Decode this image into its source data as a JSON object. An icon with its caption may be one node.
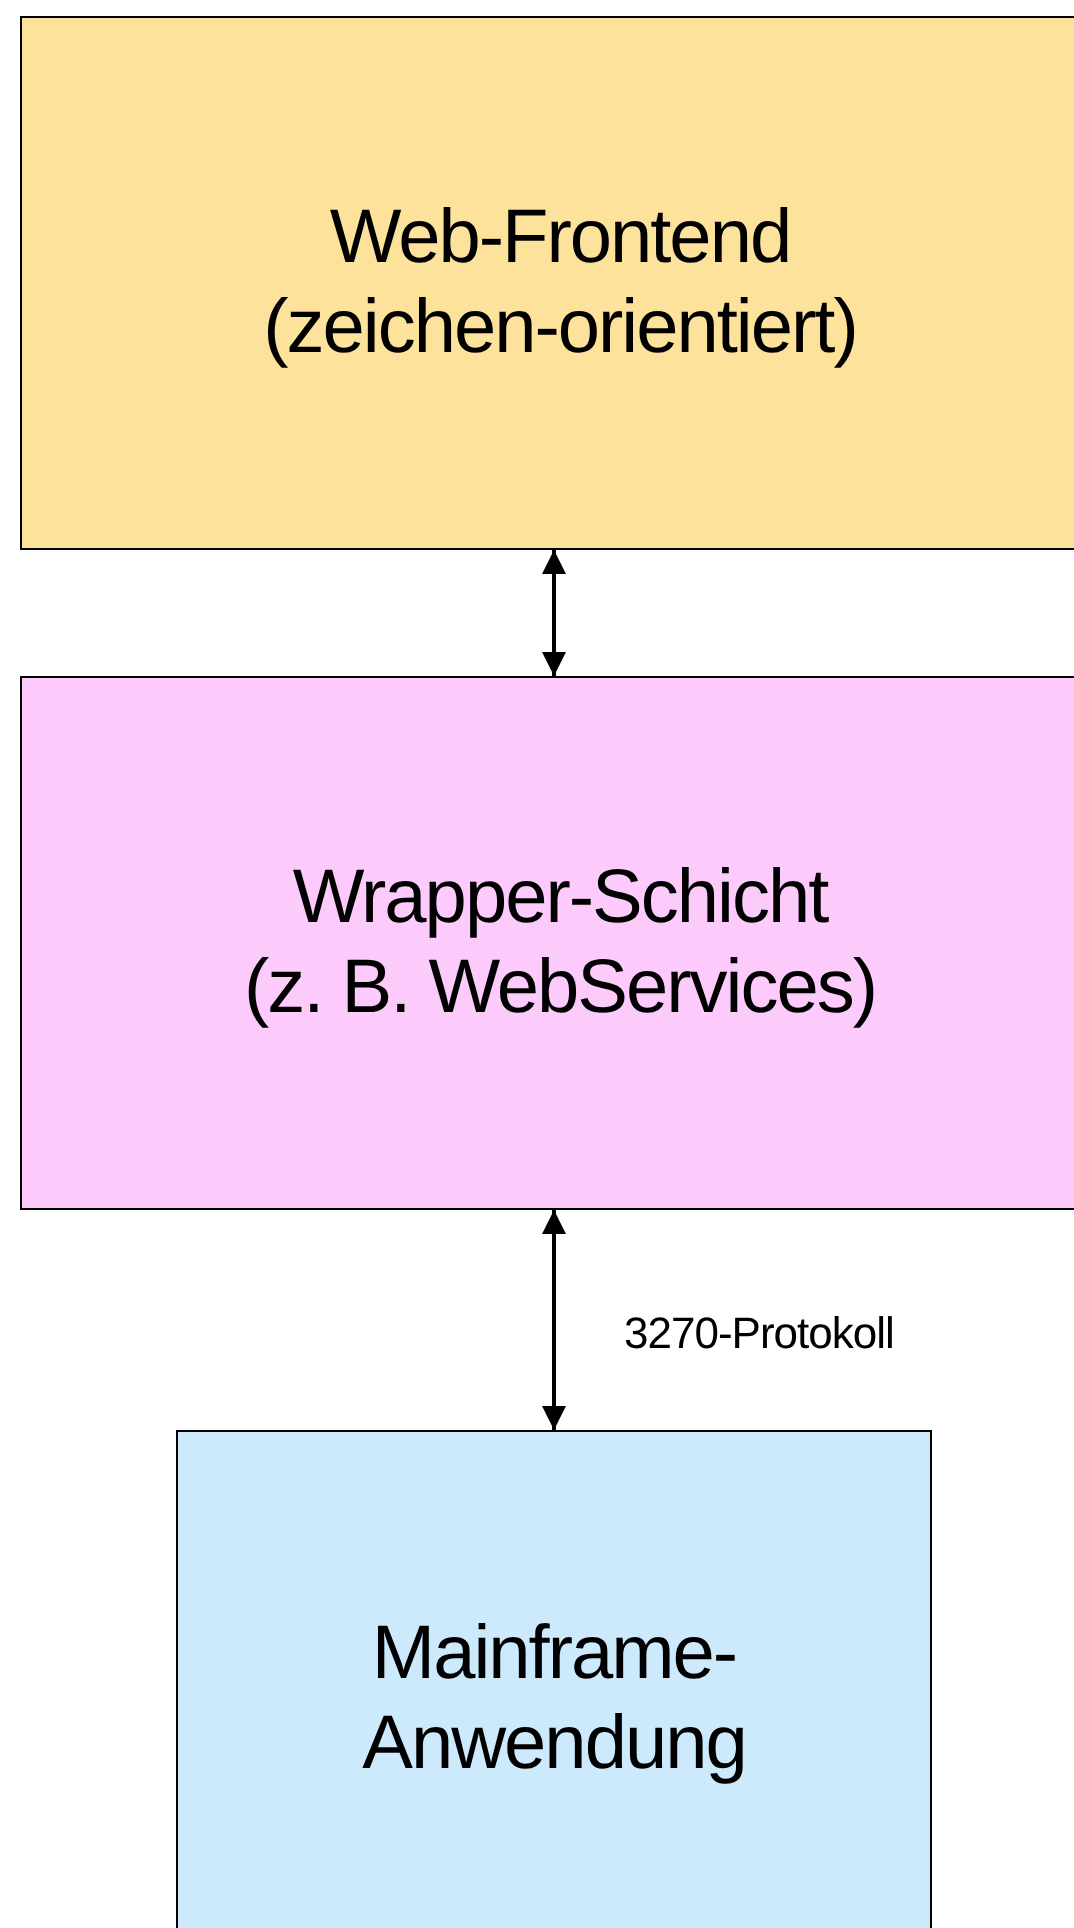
{
  "diagram": {
    "nodes": [
      {
        "text": [
          "Web-Frontend (zeichen-orientiert)"
        ]
      },
      {
        "text": [
          "Wrapper-Schicht (z. B. WebServices)"
        ]
      },
      {
        "text": [
          "Mainframe- Anwendung"
        ]
      }
    ],
    "edges": [
      {
        "from": 0,
        "to": 1,
        "arrow": "both"
      },
      {
        "from": 1,
        "to": 2,
        "arrow": "both",
        "label": "3270-Protokoll"
      }
    ]
  }
}
